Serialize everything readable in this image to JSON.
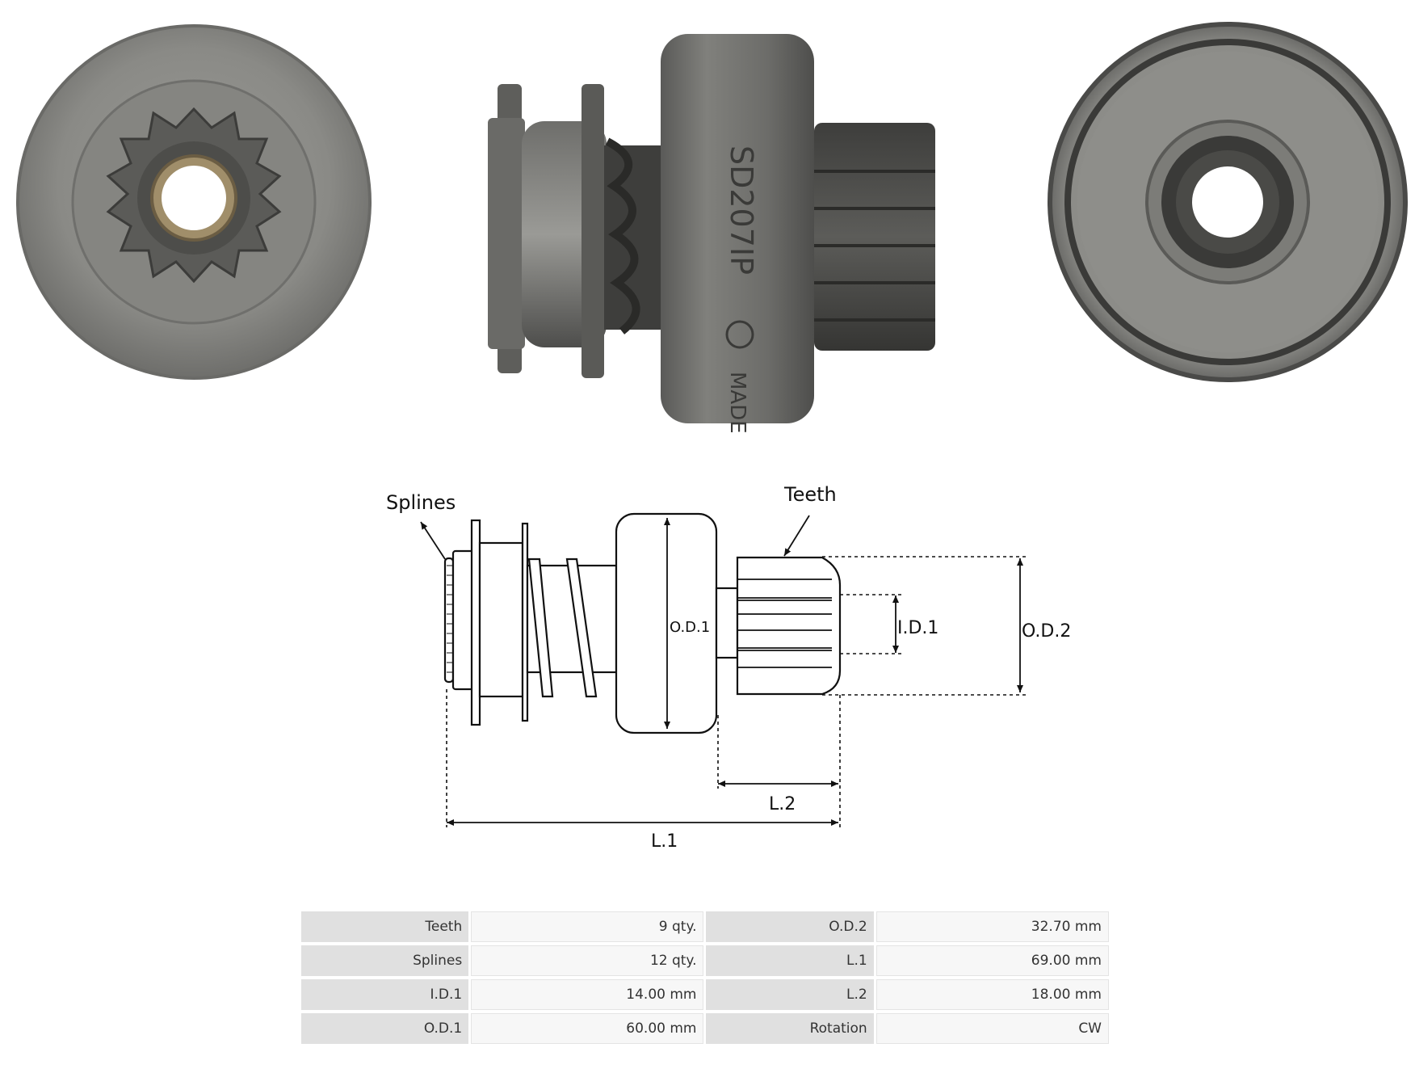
{
  "product": {
    "marking": "SD207IP",
    "marking_extra": "MADE"
  },
  "diagram": {
    "labels": {
      "splines": "Splines",
      "teeth": "Teeth",
      "od1": "O.D.1",
      "id1": "I.D.1",
      "od2": "O.D.2",
      "l1": "L.1",
      "l2": "L.2"
    }
  },
  "specs": {
    "rows": [
      {
        "label_a": "Teeth",
        "value_a": "9 qty.",
        "label_b": "O.D.2",
        "value_b": "32.70 mm"
      },
      {
        "label_a": "Splines",
        "value_a": "12 qty.",
        "label_b": "L.1",
        "value_b": "69.00 mm"
      },
      {
        "label_a": "I.D.1",
        "value_a": "14.00 mm",
        "label_b": "L.2",
        "value_b": "18.00 mm"
      },
      {
        "label_a": "O.D.1",
        "value_a": "60.00 mm",
        "label_b": "Rotation",
        "value_b": "CW"
      }
    ]
  }
}
